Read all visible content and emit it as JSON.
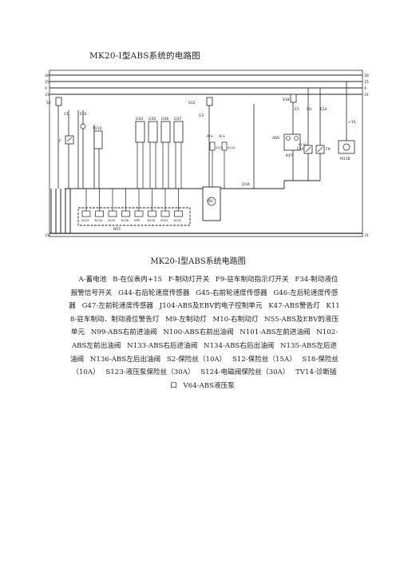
{
  "document": {
    "title": "MK20-Ⅰ型ABS系统的电路图",
    "caption": "MK20-Ⅰ型ABS系统电路图"
  },
  "diagram": {
    "rail_labels_left": [
      "30",
      "15",
      "X",
      "31"
    ],
    "rail_labels_right": [
      "30",
      "15",
      "X",
      "31"
    ],
    "bottom_label_left": "31",
    "bottom_label_right": "31",
    "fuse_labels": [
      "S2",
      "S12",
      "S18"
    ],
    "component_labels": {
      "c1": "C1",
      "e16": "E16",
      "f": "F",
      "tv14": "TV14",
      "g44": "G44",
      "g45": "G45",
      "g46": "G46",
      "g47": "G47",
      "g3": "G3",
      "a_plus_1": "A/+",
      "a_plus_2": "A/+",
      "s123": "S123",
      "s124": "S124",
      "abs": "ABS",
      "e5": "E5",
      "k47": "K47",
      "k118": "K118",
      "f34": "F34",
      "f9": "F9",
      "e24": "E24",
      "b_plus15": "+15",
      "j104": "J104",
      "v64": "V64",
      "n55": "N55",
      "m118": "M118"
    },
    "valve_labels": [
      "N133",
      "N134",
      "N135",
      "N136",
      "N99",
      "N100",
      "N101",
      "N102"
    ]
  },
  "legend": {
    "items": [
      "A-蓄电池",
      "B-在仪表内+15",
      "F-制动灯开关",
      "F9-驻车制动指示灯开关",
      "F34-制动液位报警信号开关",
      "G44-右后轮速度传感器",
      "G45-右前轮速度传感器",
      "G46-左后轮速度传感器",
      "G47-左前轮速度传感器",
      "J104-ABS及EBV的电子控制单元",
      "K47-ABS警告灯",
      "K118-驻车制动、制动液位警告灯",
      "M9-左制动灯",
      "M10-右制动灯",
      "N55-ABS及EBV的液压单元",
      "N99-ABS右前进油阀",
      "N100-ABS右前出油阀",
      "N101-ABS左前进油阀",
      "N102-ABS左前出油阀",
      "N133-ABS右后进油阀",
      "N134-ABS右后出油阀",
      "N135-ABS左后进油阀",
      "N136-ABS左后出油阀",
      "S2-保险丝（10A）",
      "S12-保险丝（15A）",
      "S18-保险丝（10A）",
      "S123-液压泵保险丝（30A）",
      "S124-电磁阀保险丝（30A）",
      "TV14-诊断插口",
      "V64-ABS液压泵"
    ]
  }
}
